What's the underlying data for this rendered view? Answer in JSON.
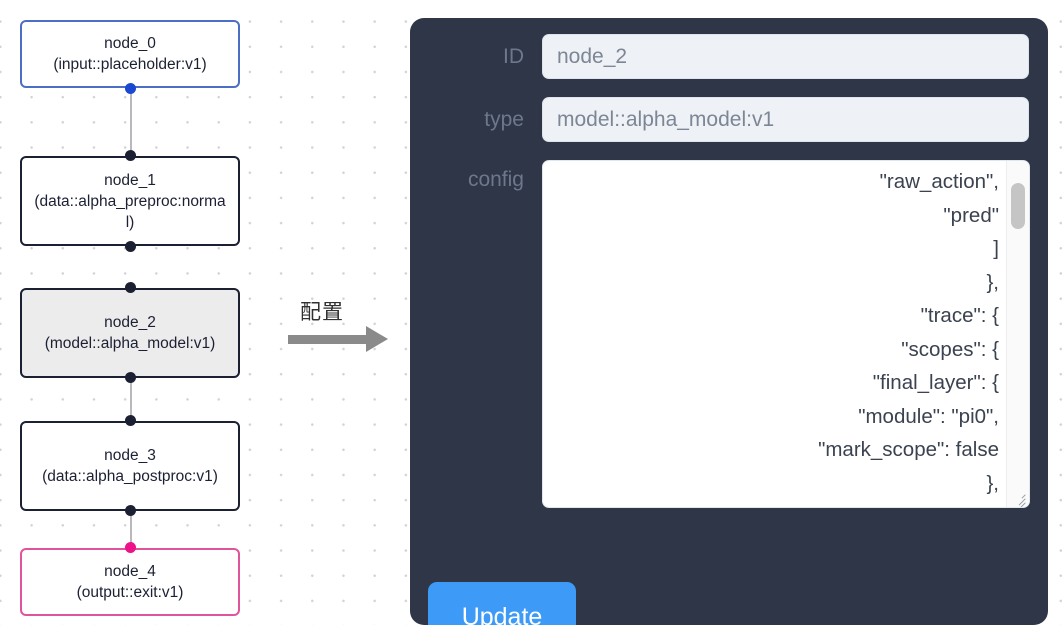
{
  "canvas": {
    "annotation": {
      "label": "配置",
      "arrow_icon": "arrow-right-icon"
    },
    "nodes": [
      {
        "id": "node_0",
        "line1": "node_0",
        "line2": "(input::placeholder:v1)",
        "kind": "input",
        "selected": false,
        "border_color": "#4b6fc4",
        "port_color": "#1a48d0"
      },
      {
        "id": "node_1",
        "line1": "node_1",
        "line2": "(data::alpha_preproc:normal)",
        "kind": "data",
        "selected": false,
        "border_color": "#1c2033",
        "port_color": "#1c2033"
      },
      {
        "id": "node_2",
        "line1": "node_2",
        "line2": "(model::alpha_model:v1)",
        "kind": "model",
        "selected": true,
        "border_color": "#1c2033",
        "port_color": "#1c2033"
      },
      {
        "id": "node_3",
        "line1": "node_3",
        "line2": "(data::alpha_postproc:v1)",
        "kind": "data",
        "selected": false,
        "border_color": "#1c2033",
        "port_color": "#1c2033"
      },
      {
        "id": "node_4",
        "line1": "node_4",
        "line2": "(output::exit:v1)",
        "kind": "output",
        "selected": false,
        "border_color": "#e0559a",
        "port_color": "#ee1289"
      }
    ]
  },
  "inspector": {
    "background_color": "#2e3647",
    "fields": {
      "id": {
        "label": "ID",
        "value": "node_2"
      },
      "type": {
        "label": "type",
        "value": "model::alpha_model:v1"
      },
      "config": {
        "label": "config",
        "value": "\"raw_action\",\n    \"pred\"\n  ]\n},\n\"trace\": {\n  \"scopes\": {\n    \"final_layer\": {\n      \"module\": \"pi0\",\n      \"mark_scope\": false\n    },\n    \"action_model\": {"
      }
    },
    "update_button": {
      "label": "Update",
      "color": "#3d9bf7"
    }
  }
}
